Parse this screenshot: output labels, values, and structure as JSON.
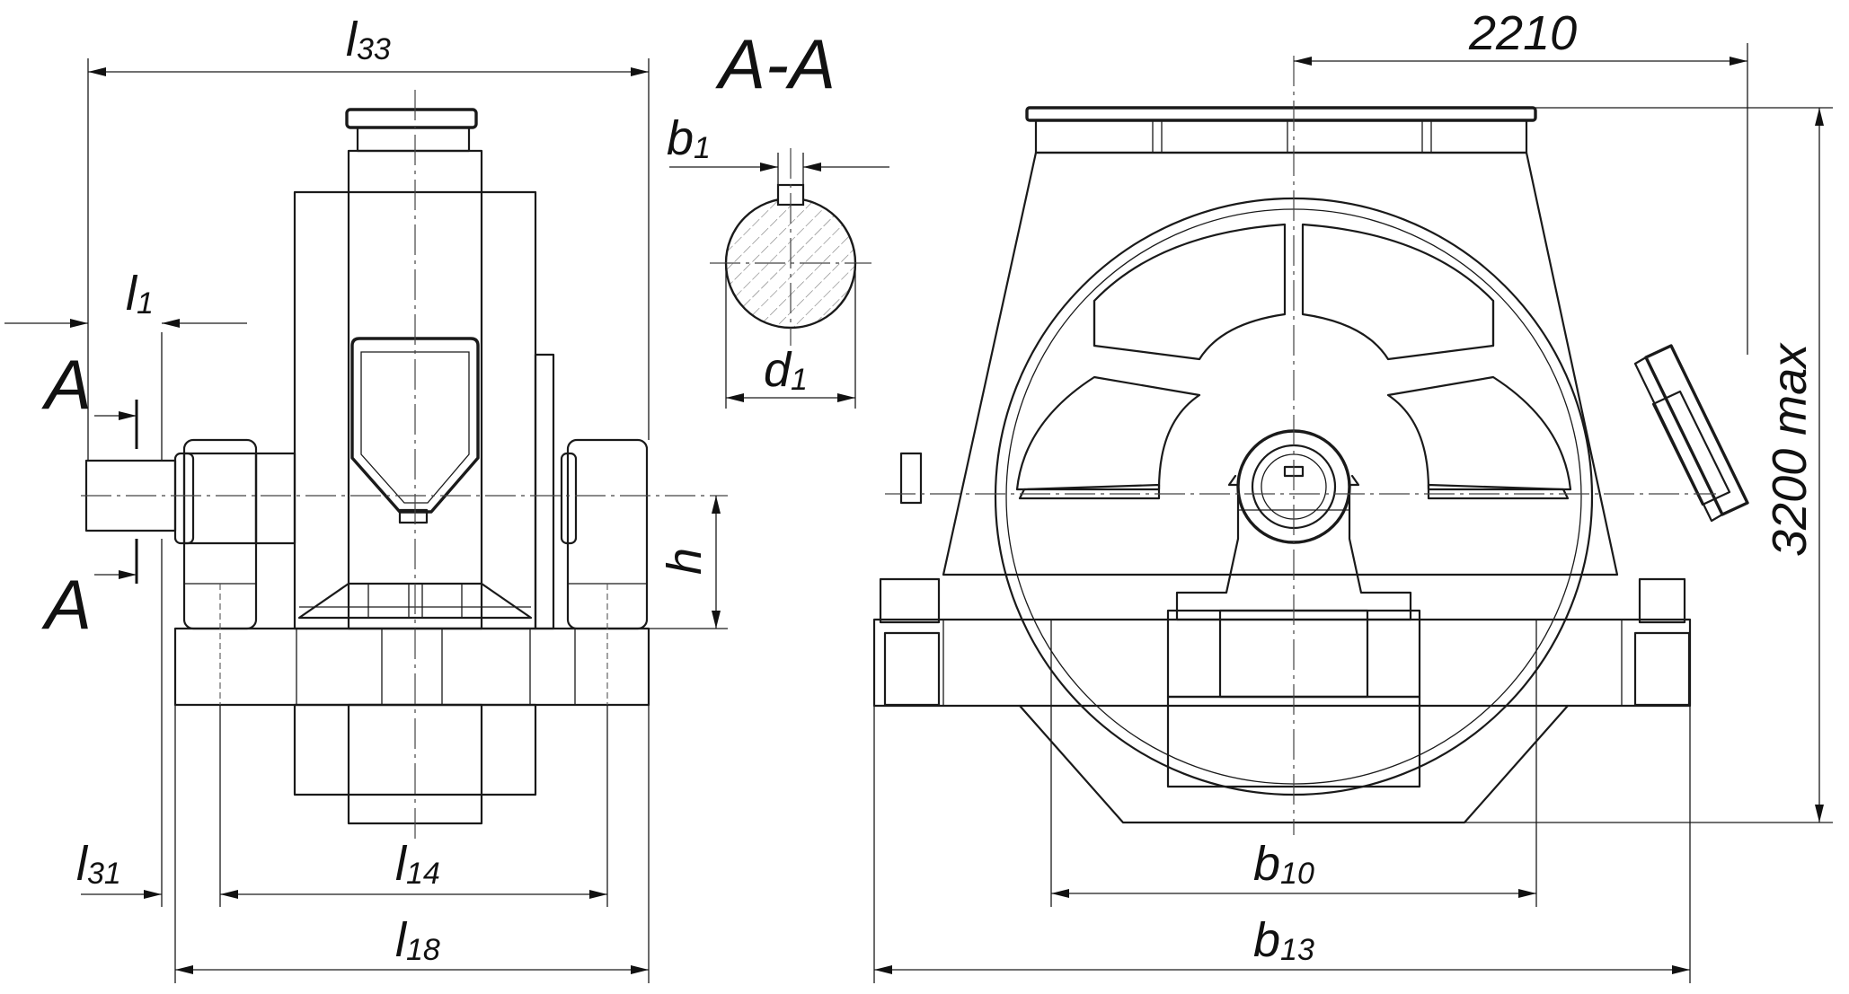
{
  "section_title": "A-A",
  "labels": {
    "l33": {
      "main": "l",
      "sub": "33"
    },
    "l1": {
      "main": "l",
      "sub": "1"
    },
    "A_top": {
      "main": "A"
    },
    "A_bottom": {
      "main": "A"
    },
    "h": {
      "main": "h"
    },
    "l31": {
      "main": "l",
      "sub": "31"
    },
    "l14": {
      "main": "l",
      "sub": "14"
    },
    "l18": {
      "main": "l",
      "sub": "18"
    },
    "b1": {
      "main": "b",
      "sub": "1"
    },
    "d1": {
      "main": "d",
      "sub": "1"
    },
    "dim_2210": {
      "main": "2210"
    },
    "dim_3200": {
      "main": "3200 max"
    },
    "b10": {
      "main": "b",
      "sub": "10"
    },
    "b13": {
      "main": "b",
      "sub": "13"
    }
  }
}
